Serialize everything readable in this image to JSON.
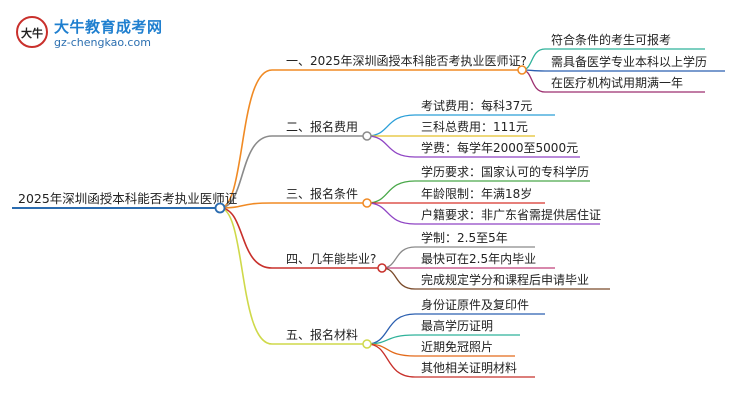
{
  "logo": {
    "mark": "大牛",
    "title": "大牛教育成考网",
    "url": "gz-chengkao.com"
  },
  "root": {
    "label": "2025年深圳函授本科能否考执业医师证",
    "color": "#2b6cb0"
  },
  "branches": [
    {
      "label": "一、2025年深圳函授本科能否考执业医师证?",
      "color": "#f08a24",
      "children": [
        {
          "label": "符合条件的考生可报考",
          "color": "#2fb29a"
        },
        {
          "label": "需具备医学专业本科以上学历",
          "color": "#2b5fb0"
        },
        {
          "label": "在医疗机构试用期满一年",
          "color": "#9c2f6f"
        }
      ]
    },
    {
      "label": "二、报名费用",
      "color": "#8a8a8a",
      "children": [
        {
          "label": "考试费用：每科37元",
          "color": "#2b9fd8"
        },
        {
          "label": "三科总费用：111元",
          "color": "#e3c12a"
        },
        {
          "label": "学费：每学年2000至5000元",
          "color": "#8f45c4"
        }
      ]
    },
    {
      "label": "三、报名条件",
      "color": "#f08a24",
      "children": [
        {
          "label": "学历要求：国家认可的专科学历",
          "color": "#4aa84a"
        },
        {
          "label": "年龄限制：年满18岁",
          "color": "#d8332b"
        },
        {
          "label": "户籍要求：非广东省需提供居住证",
          "color": "#8f45c4"
        }
      ]
    },
    {
      "label": "四、几年能毕业?",
      "color": "#c8302b",
      "children": [
        {
          "label": "学制：2.5至5年",
          "color": "#8a8a8a"
        },
        {
          "label": "最快可在2.5年内毕业",
          "color": "#c0407a"
        },
        {
          "label": "完成规定学分和课程后申请毕业",
          "color": "#7a4a2a"
        }
      ]
    },
    {
      "label": "五、报名材料",
      "color": "#cfd94a",
      "children": [
        {
          "label": "身份证原件及复印件",
          "color": "#2b5fb0"
        },
        {
          "label": "最高学历证明",
          "color": "#2fb29a"
        },
        {
          "label": "近期免冠照片",
          "color": "#e36a1a"
        },
        {
          "label": "其他相关证明材料",
          "color": "#c8302b"
        }
      ]
    }
  ]
}
